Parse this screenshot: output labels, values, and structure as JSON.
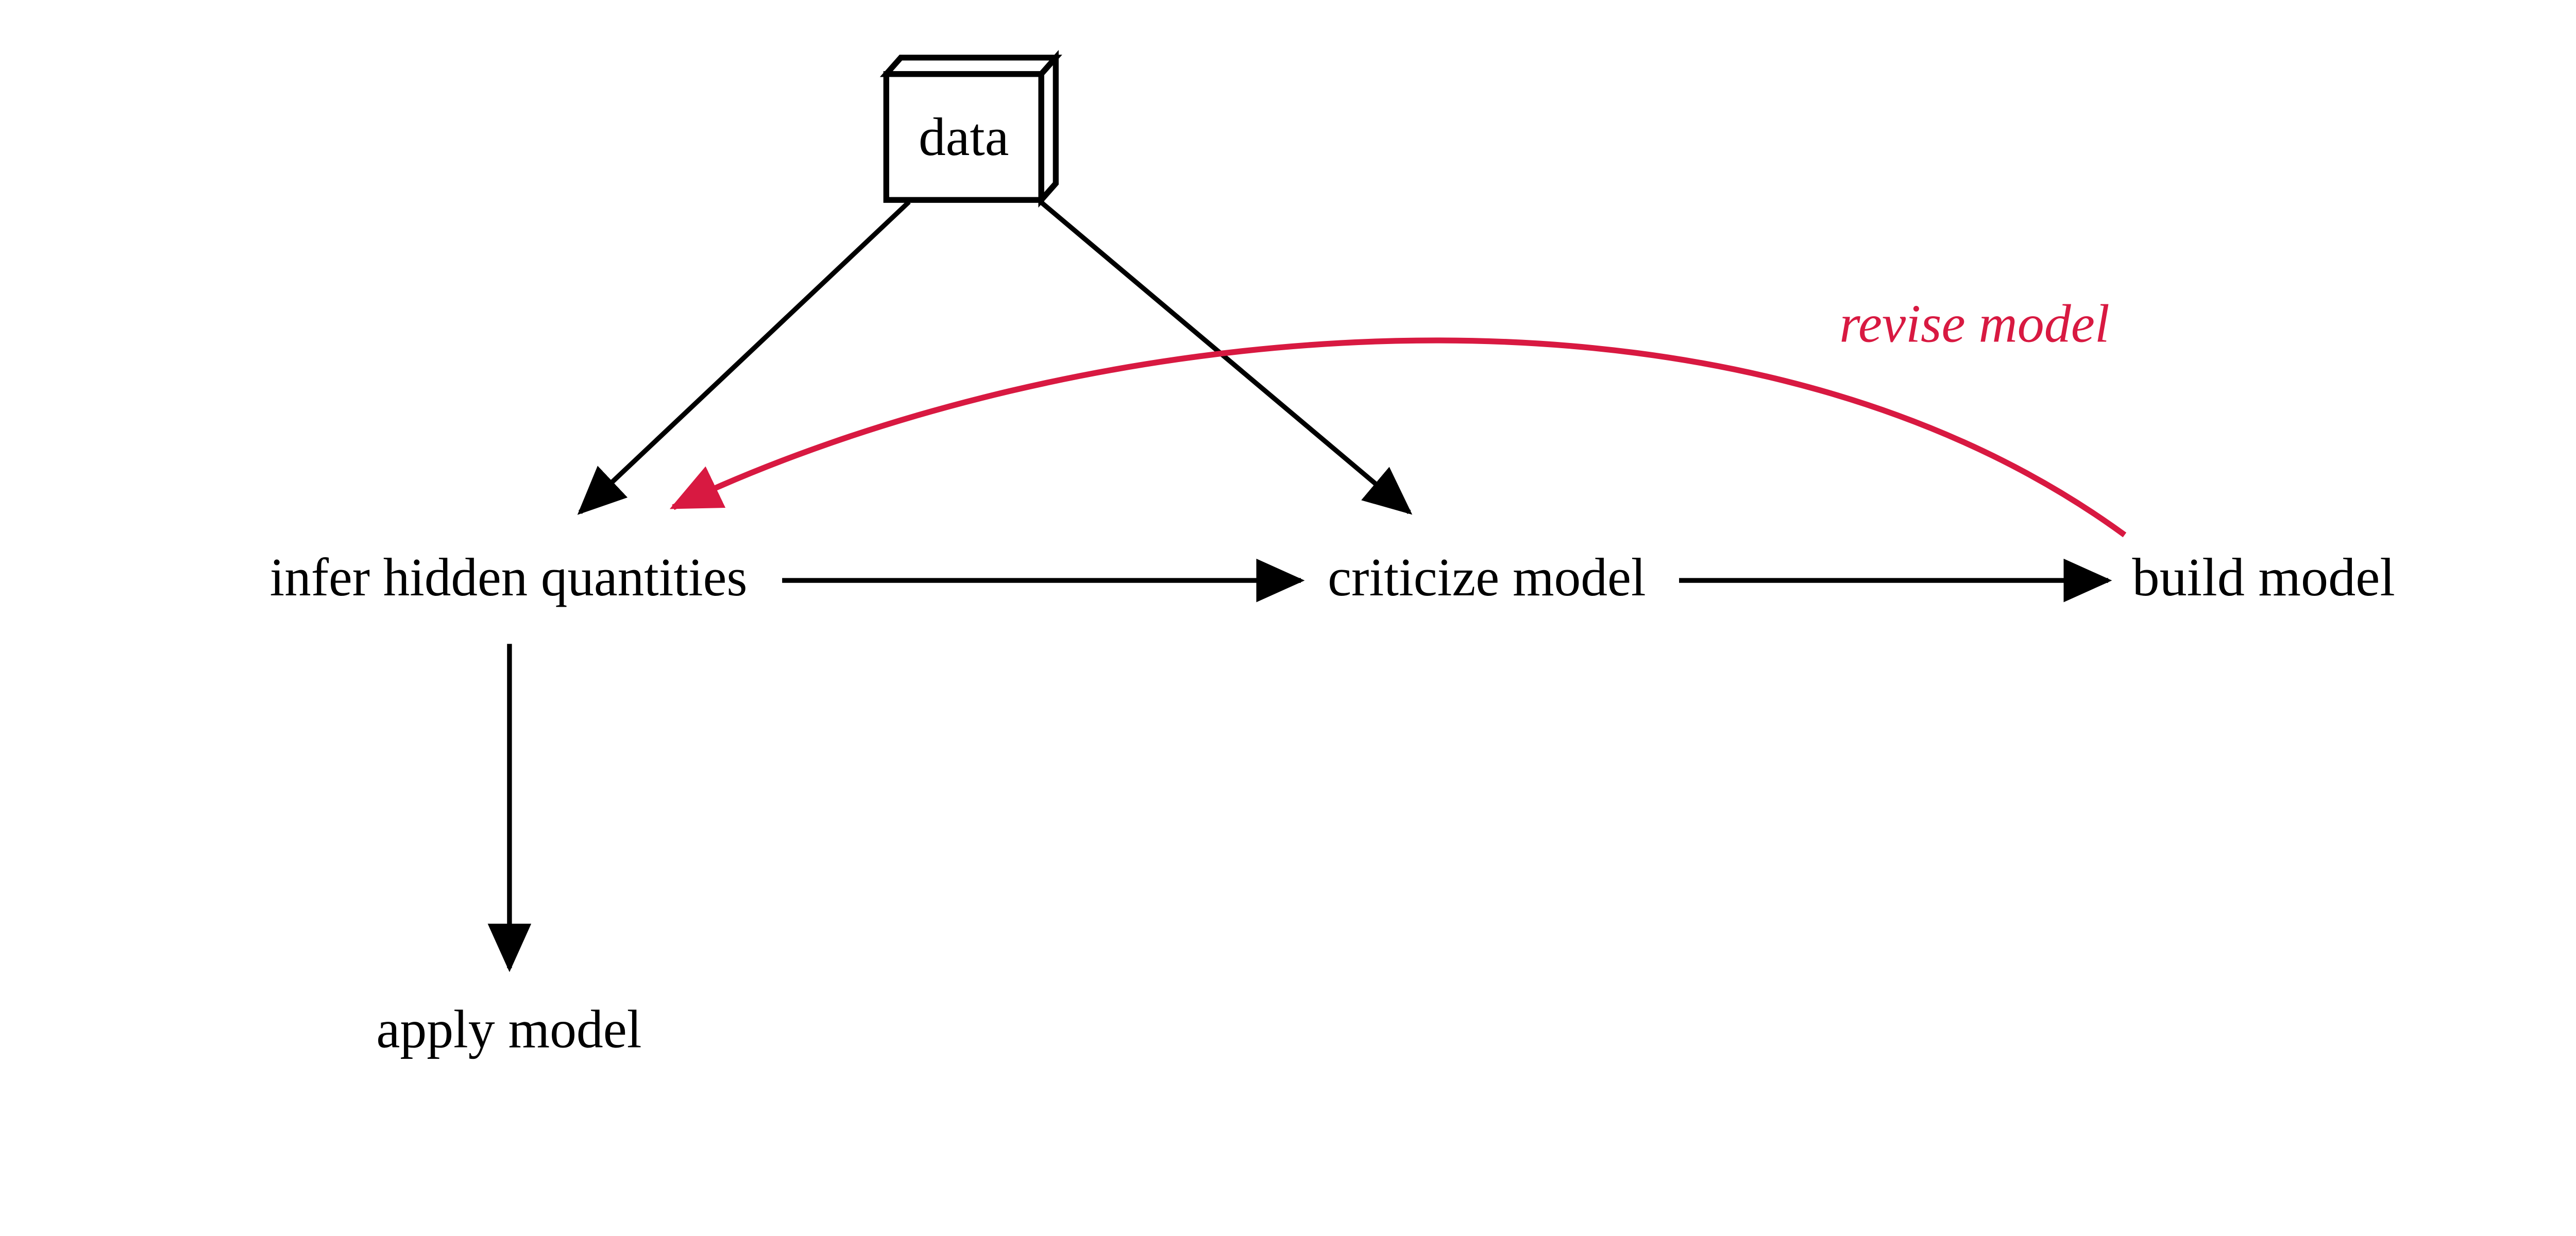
{
  "diagram": {
    "background": "#FFFFFF",
    "nodes": {
      "data": "data",
      "infer": "infer hidden quantities",
      "criticize": "criticize model",
      "build": "build model",
      "apply": "apply model"
    },
    "edges": {
      "data_to_infer": {
        "from": "data",
        "to": "infer"
      },
      "data_to_criticize": {
        "from": "data",
        "to": "criticize"
      },
      "infer_to_criticize": {
        "from": "infer",
        "to": "criticize"
      },
      "criticize_to_build": {
        "from": "criticize",
        "to": "build"
      },
      "infer_to_apply": {
        "from": "infer",
        "to": "apply"
      },
      "revise": {
        "from": "build",
        "to": "infer",
        "label": "revise model"
      }
    },
    "colors": {
      "arrow_black": "#000000",
      "revise_red": "#D81941",
      "text": "#000000",
      "box_fill": "#FFFFFF"
    },
    "shapes": {
      "data_node": "3d-box",
      "arrowhead": "filled-triangle"
    }
  }
}
